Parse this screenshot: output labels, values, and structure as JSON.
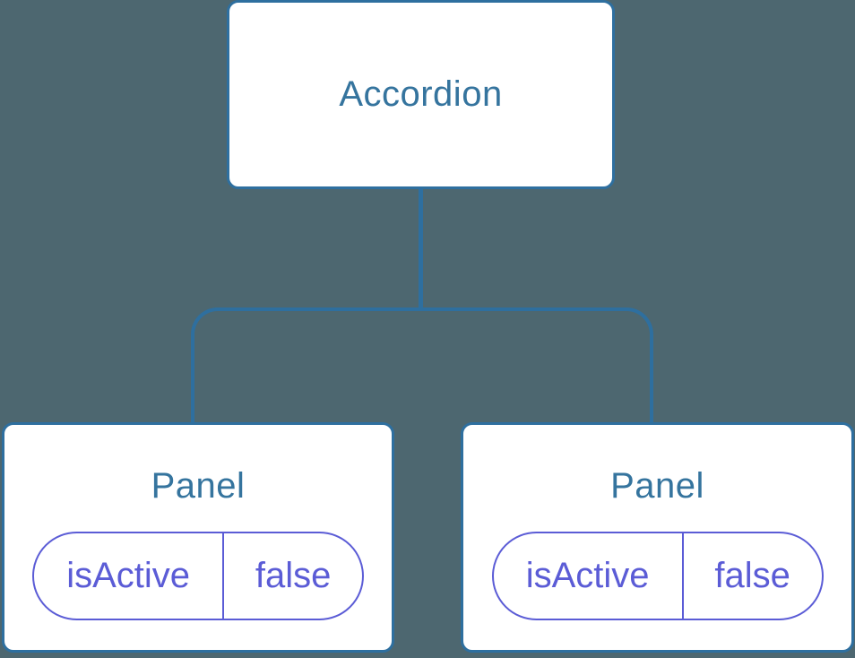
{
  "diagram": {
    "type": "component-tree",
    "root": {
      "label": "Accordion"
    },
    "children": [
      {
        "label": "Panel",
        "state_key": "isActive",
        "state_value": "false"
      },
      {
        "label": "Panel",
        "state_key": "isActive",
        "state_value": "false"
      }
    ],
    "colors": {
      "background": "#4d6770",
      "node_border": "#2e6f9f",
      "node_fill": "#ffffff",
      "node_label": "#35749e",
      "connector": "#2e6f9f",
      "state_pill": "#5b5cd6"
    }
  }
}
